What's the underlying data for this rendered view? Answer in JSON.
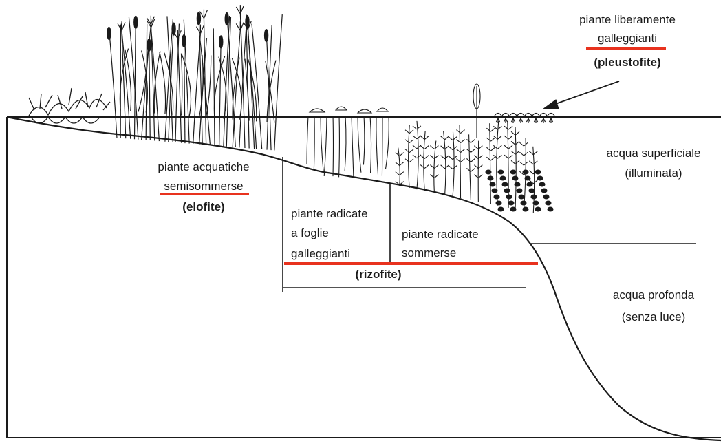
{
  "colors": {
    "ink": "#1a1a1a",
    "accent": "#e8321e",
    "background": "#ffffff"
  },
  "labels": {
    "pleustofite_line1": "piante liberamente",
    "pleustofite_line2": "galleggianti",
    "pleustofite_group": "(pleustofite)",
    "superficiale_line1": "acqua superficiale",
    "superficiale_line2": "(illuminata)",
    "profonda_line1": "acqua profonda",
    "profonda_line2": "(senza luce)",
    "elofite_line1": "piante acquatiche",
    "elofite_line2": "semisommerse",
    "elofite_group": "(elofite)",
    "foglie_line1": "piante radicate",
    "foglie_line2": "a foglie",
    "foglie_line3": "galleggianti",
    "sommerse_line1": "piante radicate",
    "sommerse_line2": "sommerse",
    "rizofite_group": "(rizofite)"
  },
  "icons": [
    "reed-plants-icon",
    "shore-shrub-icon",
    "floating-leaf-plants-icon",
    "submerged-plants-icon",
    "floating-plants-icon",
    "arrow-icon"
  ]
}
